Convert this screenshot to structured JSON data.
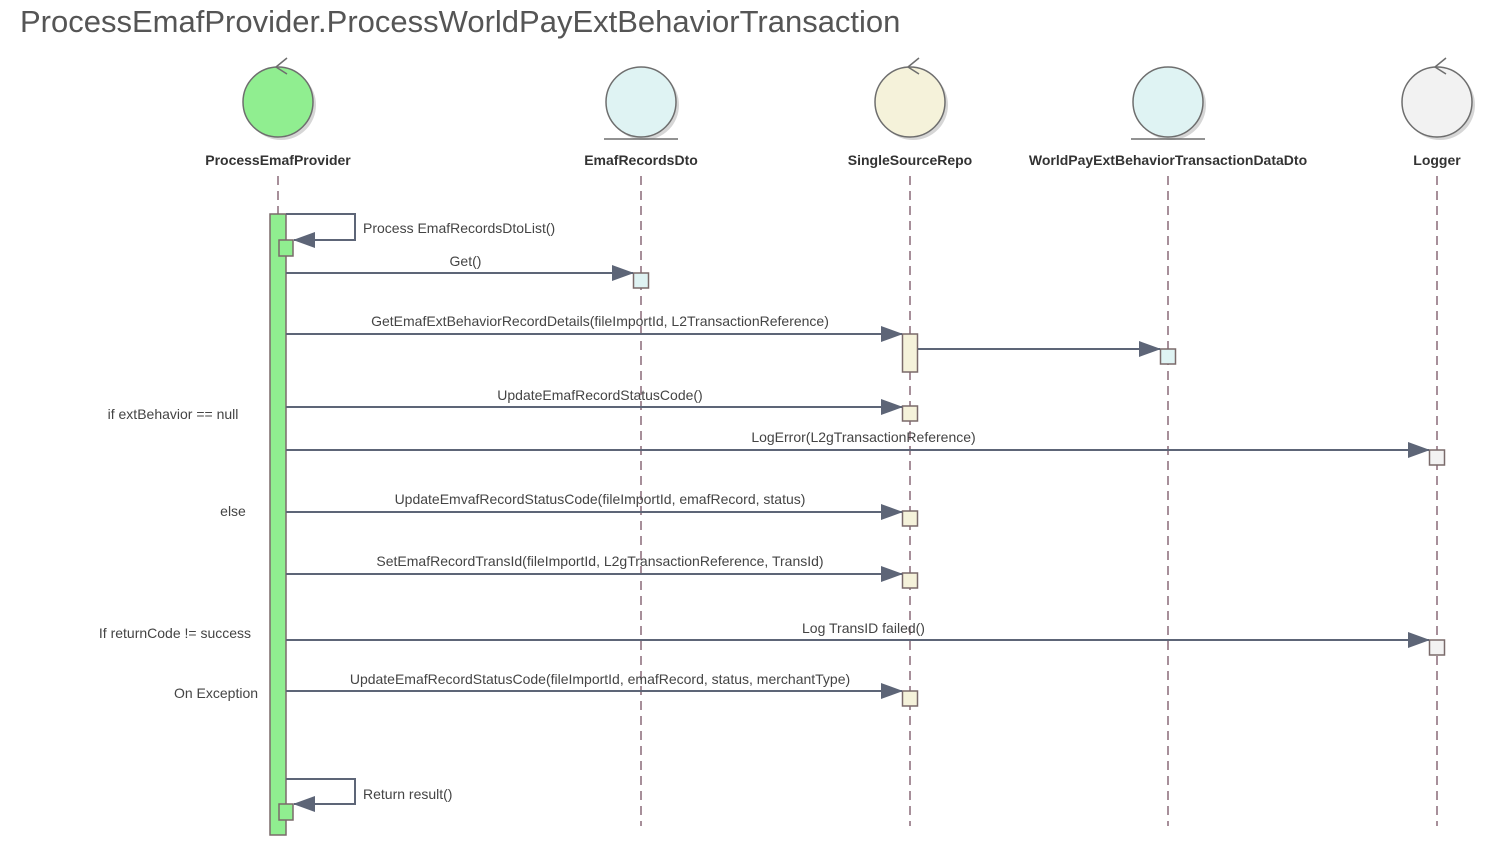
{
  "title": "ProcessEmafProvider.ProcessWorldPayExtBehaviorTransaction",
  "colors": {
    "line": "#5d6577",
    "lifeline_dash": "#8a6a78",
    "text": "#444444"
  },
  "lifelines": [
    {
      "id": "pep",
      "name": "ProcessEmafProvider",
      "kind": "control",
      "fill": "#90ee90"
    },
    {
      "id": "erd",
      "name": "EmafRecordsDto",
      "kind": "entity",
      "fill": "#dff3f3"
    },
    {
      "id": "ssr",
      "name": "SingleSourceRepo",
      "kind": "control",
      "fill": "#f5f2da"
    },
    {
      "id": "wpd",
      "name": "WorldPayExtBehaviorTransactionDataDto",
      "kind": "entity",
      "fill": "#dff3f3"
    },
    {
      "id": "log",
      "name": "Logger",
      "kind": "control",
      "fill": "#f2f2f2"
    }
  ],
  "messages": [
    {
      "label": "Process EmafRecordsDtoList()",
      "from": "pep",
      "to": "pep",
      "self": true
    },
    {
      "label": "Get()",
      "from": "pep",
      "to": "erd"
    },
    {
      "label": "GetEmafExtBehaviorRecordDetails(fileImportId, L2TransactionReference)",
      "from": "pep",
      "to": "ssr"
    },
    {
      "label": "",
      "from": "ssr",
      "to": "wpd"
    },
    {
      "label": "UpdateEmafRecordStatusCode()",
      "from": "pep",
      "to": "ssr"
    },
    {
      "label": "LogError(L2gTransactionReference)",
      "from": "pep",
      "to": "log"
    },
    {
      "label": "UpdateEmvafRecordStatusCode(fileImportId, emafRecord, status)",
      "from": "pep",
      "to": "ssr"
    },
    {
      "label": "SetEmafRecordTransId(fileImportId, L2gTransactionReference, TransId)",
      "from": "pep",
      "to": "ssr"
    },
    {
      "label": "Log TransID failed()",
      "from": "pep",
      "to": "log"
    },
    {
      "label": "UpdateEmafRecordStatusCode(fileImportId, emafRecord, status, merchantType)",
      "from": "pep",
      "to": "ssr"
    },
    {
      "label": "Return result()",
      "from": "pep",
      "to": "pep",
      "self": true
    }
  ],
  "guards": [
    {
      "text": "if extBehavior == null"
    },
    {
      "text": "else"
    },
    {
      "text": "If returnCode != success"
    },
    {
      "text": "On Exception"
    }
  ]
}
